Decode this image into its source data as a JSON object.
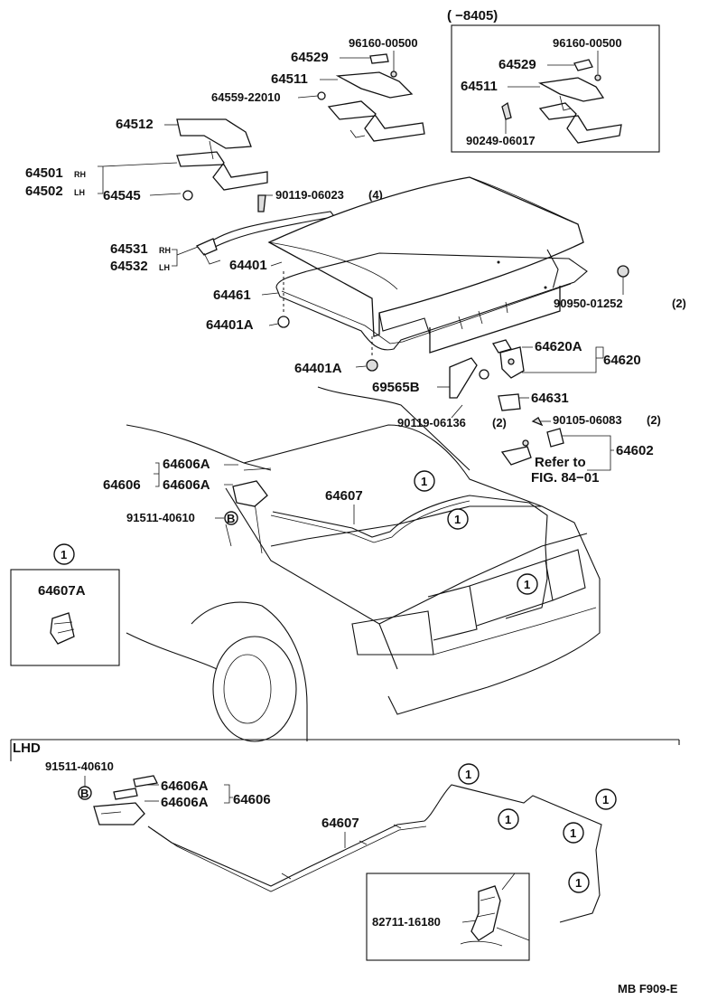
{
  "inset_top": {
    "range_label": "(       −8405)",
    "parts": [
      "96160-00500",
      "64529",
      "64511",
      "90249-06017"
    ]
  },
  "hinge_parts": {
    "p96160": "96160-00500",
    "p64529": "64529",
    "p64511": "64511",
    "p64559": "64559-22010",
    "p64512": "64512",
    "p64501": "64501",
    "p64501_side": "RH",
    "p64502": "64502",
    "p64502_side": "LH",
    "p64545": "64545",
    "p90119a": "90119-06023",
    "p90119a_qty": "(4)",
    "p64531": "64531",
    "p64531_side": "RH",
    "p64532": "64532",
    "p64532_side": "LH"
  },
  "lid_parts": {
    "p64401": "64401",
    "p64461": "64461",
    "p64401A_1": "64401A",
    "p64401A_2": "64401A",
    "p90950": "90950-01252",
    "p90950_qty": "(2)"
  },
  "lock_parts": {
    "p64620A": "64620A",
    "p64620": "64620",
    "p69565B": "69565B",
    "p64631": "64631",
    "p90119b": "90119-06136",
    "p90119b_qty": "(2)",
    "p90105": "90105-06083",
    "p90105_qty": "(2)",
    "p64602": "64602",
    "refer_1": "Refer to",
    "refer_2": "FIG. 84−01"
  },
  "opener_parts": {
    "p64606A_1": "64606A",
    "p64606A_2": "64606A",
    "p64606": "64606",
    "p64607": "64607",
    "p91511": "91511-40610",
    "bolt_letter": "B"
  },
  "detail_box": {
    "marker": "1",
    "part": "64607A"
  },
  "lhd_section": {
    "title": "LHD",
    "p91511": "91511-40610",
    "bolt_letter": "B",
    "p64606A_1": "64606A",
    "p64606A_2": "64606A",
    "p64606": "64606",
    "p64607": "64607",
    "p82711": "82711-16180"
  },
  "markers": {
    "clip": "1"
  },
  "figure_code": "MB F909-E"
}
